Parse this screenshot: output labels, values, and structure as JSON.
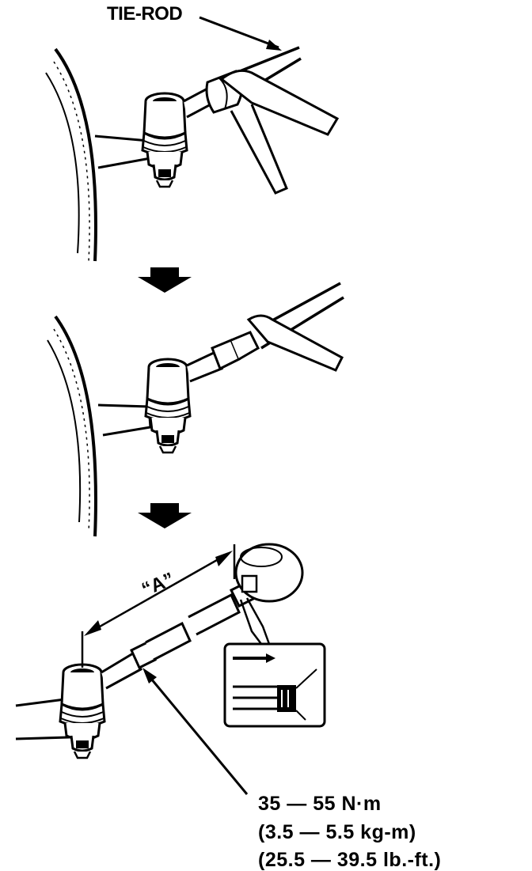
{
  "labels": {
    "tie_rod": "TIE-ROD",
    "dimension": "“A”"
  },
  "torque": {
    "nm": "35 — 55 N·m",
    "kgm": "(3.5 — 5.5 kg-m)",
    "lbft": "(25.5 — 39.5 lb.-ft.)"
  },
  "colors": {
    "ink": "#000000",
    "paper": "#ffffff"
  }
}
